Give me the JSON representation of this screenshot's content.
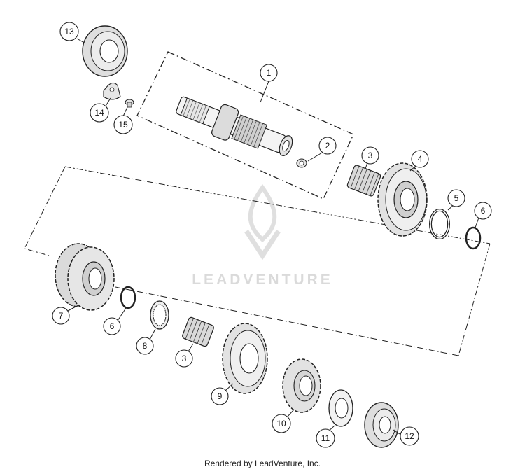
{
  "callouts": {
    "c1": "1",
    "c2": "2",
    "c3a": "3",
    "c3b": "3",
    "c4": "4",
    "c5": "5",
    "c6a": "6",
    "c6b": "6",
    "c7": "7",
    "c8": "8",
    "c9": "9",
    "c10": "10",
    "c11": "11",
    "c12": "12",
    "c13": "13",
    "c14": "14",
    "c15": "15"
  },
  "watermark": {
    "text": "LEADVENTURE"
  },
  "footer": {
    "text": "Rendered by LeadVenture, Inc."
  },
  "colors": {
    "line": "#222222",
    "watermark": "#d7d7d7"
  }
}
